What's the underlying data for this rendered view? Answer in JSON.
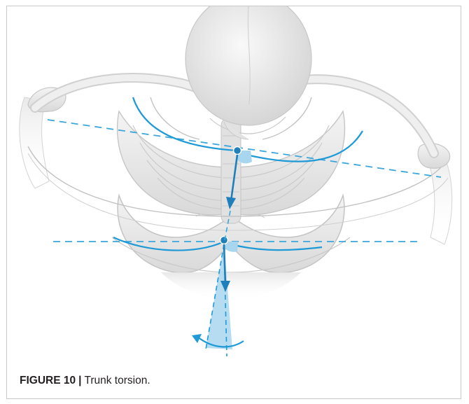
{
  "caption": {
    "label": "FIGURE 10",
    "separator": "|",
    "text": "Trunk torsion."
  },
  "illustration": {
    "subject": "skeleton-trunk-torsion",
    "colors": {
      "bone_fill": "#ececec",
      "bone_stroke": "#c9c9c9",
      "bone_shadow": "#d8d8d8",
      "accent_blue": "#1f9ad6",
      "accent_blue_fill": "#a9d6ef",
      "dashed_blue": "#3aa6dc",
      "frame_border": "#c9c9c9"
    }
  }
}
